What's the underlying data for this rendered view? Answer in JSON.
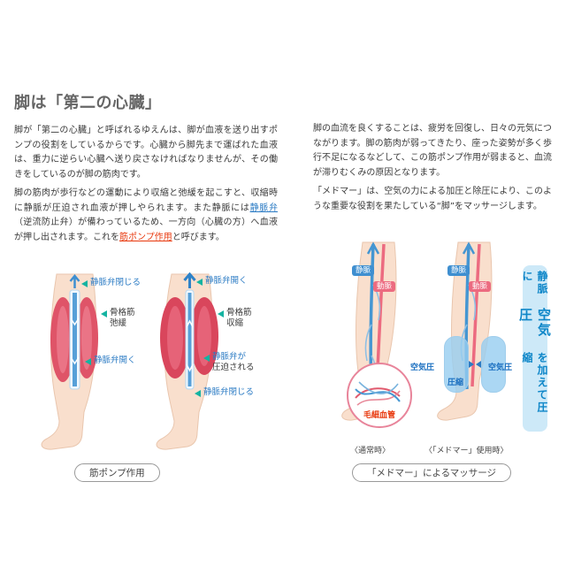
{
  "page": {
    "title": "脚は「第二の心臓」"
  },
  "left_column": {
    "para1": "脚が「第二の心臓」と呼ばれるゆえんは、脚が血液を送り出すポンプの役割をしているからです。心臓から脚先まで運ばれた血液は、重力に逆らい心臓へ送り戻さなければなりませんが、その働きをしているのが脚の筋肉です。",
    "para2_part1": "脚の筋肉が歩行などの運動により収縮と弛緩を起こすと、収縮時に静脈が圧迫され血液が押しやられます。また静脈には",
    "vein_valve_term": "静脈弁",
    "para2_part2": "（逆流防止弁）が備わっているため、一方向（心臓の方）へ血液が押し出されます。これを",
    "muscle_pump_term": "筋ポンプ作用",
    "para2_part3": "と呼びます。",
    "illustration": {
      "valve_close_top": "静脈弁閉じる",
      "valve_open_top": "静脈弁開く",
      "muscle_relax_line1": "骨格筋",
      "muscle_relax_line2": "弛緩",
      "muscle_contract_line1": "骨格筋",
      "muscle_contract_line2": "収縮",
      "valve_open_bottom": "静脈弁開く",
      "valve_compressed_line1": "静脈弁が",
      "valve_compressed_line2": "圧迫される",
      "valve_close_bottom": "静脈弁閉じる",
      "caption": "筋ポンプ作用"
    }
  },
  "right_column": {
    "para1": "脚の血流を良くすることは、疲労を回復し、日々の元気につながります。脚の筋肉が弱ってきたり、座った姿勢が多く歩行不足になるなどして、この筋ポンプ作用が弱まると、血流が滞りむくみの原因となります。",
    "para2": "「メドマー」は、空気の力による加圧と除圧により、このような重要な役割を果たしている“脚”をマッサージします。",
    "illustration": {
      "vein_label_normal": "静脈",
      "artery_label_normal": "動脈",
      "vein_label_medomer": "静脈",
      "artery_label_medomer": "動脈",
      "capillary_label": "毛細血管",
      "normal_state_label": "〈通常時〉",
      "medomer_state_label": "〈「メドマー」使用時〉",
      "air_pressure_left": "空気圧",
      "compress_label": "圧縮",
      "air_pressure_right": "空気圧",
      "caption": "「メドマー」によるマッサージ"
    },
    "side_banner": {
      "part1": "静脈に",
      "part2": "空気圧",
      "part3": "を加えて圧縮"
    }
  },
  "colors": {
    "accent_blue": "#2b7bc4",
    "accent_red": "#e8380d",
    "teal_arrow": "#14b3a1",
    "banner_blue": "#0e86c8"
  }
}
